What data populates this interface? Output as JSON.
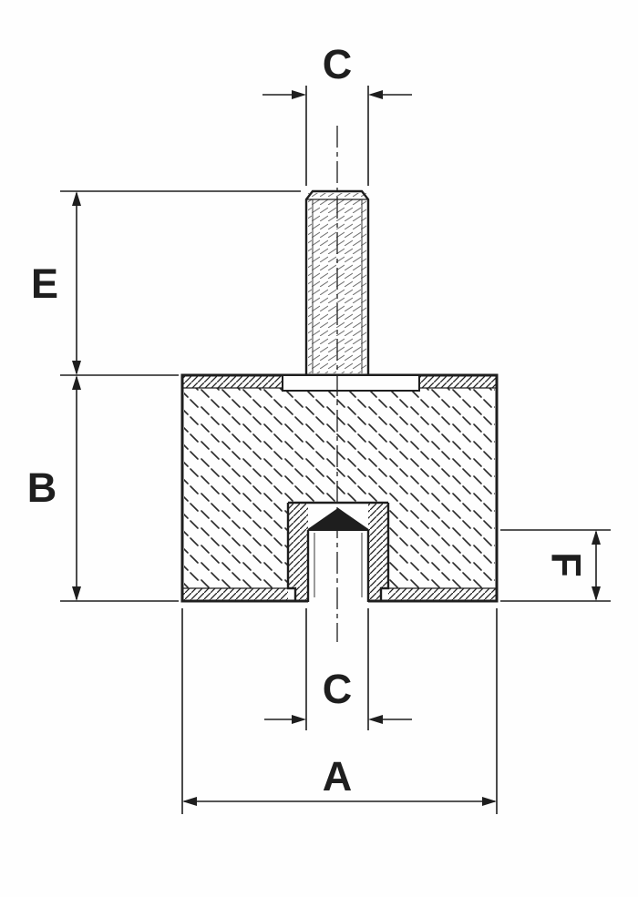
{
  "labels": {
    "c_top": "C",
    "e": "E",
    "b": "B",
    "f": "F",
    "c_bottom": "C",
    "a": "A"
  },
  "colors": {
    "line": "#1e1e1e",
    "background": "#fefefe"
  }
}
